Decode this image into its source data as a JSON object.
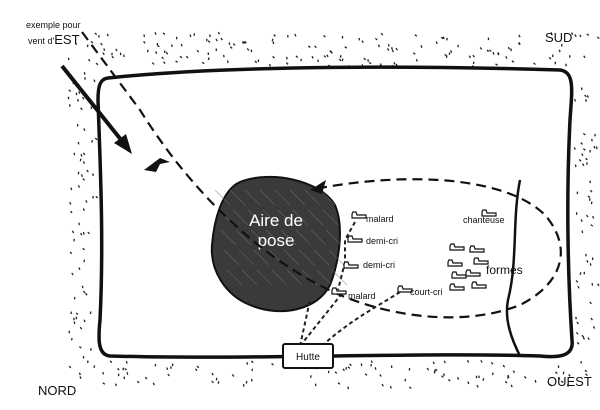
{
  "wind_note": {
    "line1": "exemple pour",
    "line2": "vent d'",
    "direction": "EST"
  },
  "compass": {
    "south": "SUD",
    "north": "NORD",
    "west": "OUEST"
  },
  "landing_area": {
    "line1": "Aire de",
    "line2": "pose"
  },
  "hut": "Hutte",
  "decoys": [
    {
      "label": "malard"
    },
    {
      "label": "demi-cri"
    },
    {
      "label": "demi-cri"
    },
    {
      "label": "malard"
    },
    {
      "label": "court-cri"
    },
    {
      "label": "chanteuse"
    }
  ],
  "decoy_group": "formes",
  "colors": {
    "ink": "#111111",
    "landing": "#3a3a3a",
    "background": "#ffffff"
  }
}
